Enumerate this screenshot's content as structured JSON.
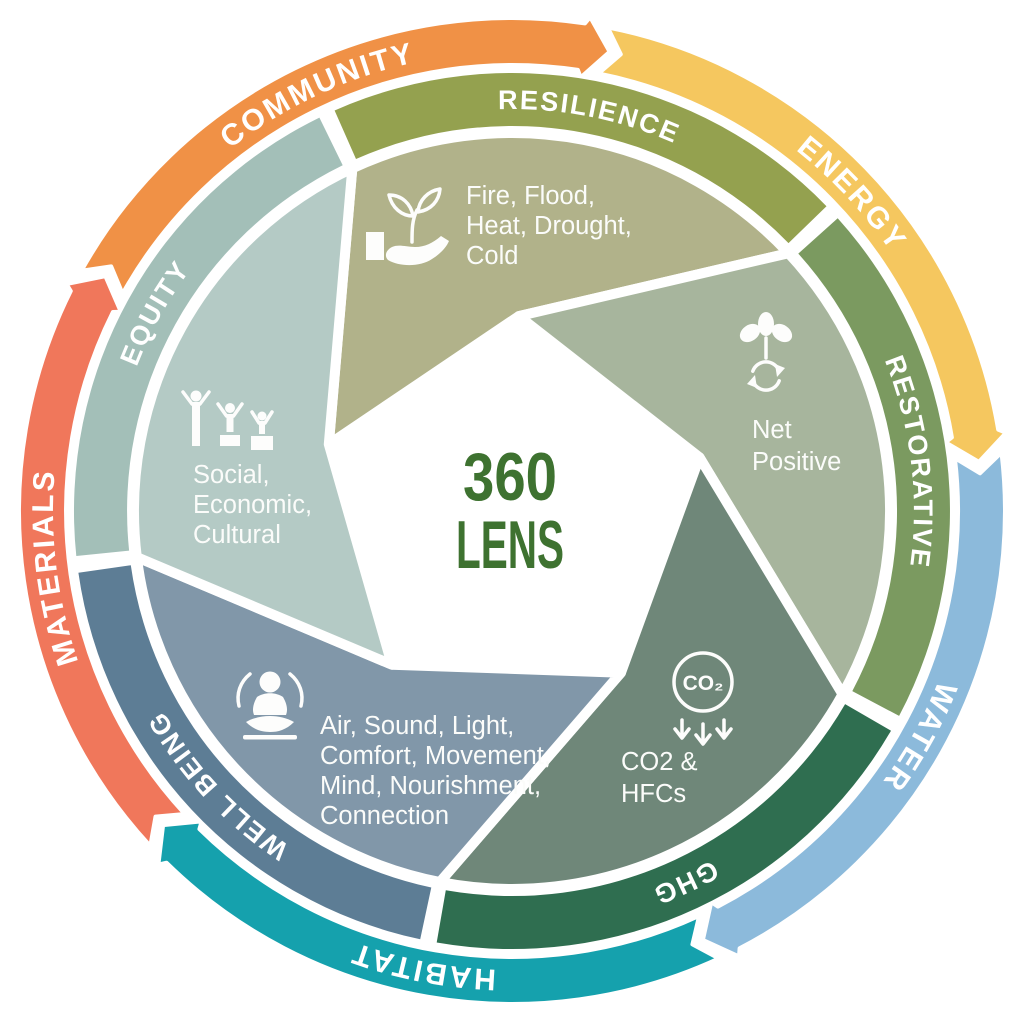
{
  "center": {
    "line1": "360",
    "line2": "LENS",
    "color": "#3E7230"
  },
  "outer_arrows": [
    {
      "label": "COMMUNITY",
      "color": "#F09146"
    },
    {
      "label": "ENERGY",
      "color": "#F5C75F"
    },
    {
      "label": "WATER",
      "color": "#8CBADB"
    },
    {
      "label": "HABITAT",
      "color": "#15A1AD"
    },
    {
      "label": "MATERIALS",
      "color": "#F0775B"
    }
  ],
  "ring_segments": [
    {
      "label": "RESILIENCE",
      "color": "#94A14F"
    },
    {
      "label": "RESTORATIVE",
      "color": "#7B9A60"
    },
    {
      "label": "GHG",
      "color": "#2F6E50"
    },
    {
      "label": "WELL BEING",
      "color": "#5D7D95"
    },
    {
      "label": "EQUITY",
      "color": "#A3BFB8"
    }
  ],
  "blades": [
    {
      "name": "resilience",
      "color": "#B1B28A",
      "icon": "hand-holding-seedling",
      "lines": [
        "Fire, Flood,",
        "Heat, Drought,",
        "Cold"
      ]
    },
    {
      "name": "restorative",
      "color": "#A7B59D",
      "icon": "sprout-renewal",
      "lines": [
        "Net",
        "Positive"
      ]
    },
    {
      "name": "ghg",
      "color": "#6F8779",
      "icon": "co2-reduction",
      "icon_text": "CO₂",
      "lines": [
        "CO2 &",
        "HFCs"
      ]
    },
    {
      "name": "wellbeing",
      "color": "#8197A9",
      "icon": "person-meditating",
      "lines": [
        "Air, Sound, Light,",
        "Comfort, Movement,",
        "Mind, Nourishment,",
        "Connection"
      ]
    },
    {
      "name": "equity",
      "color": "#B4CAC5",
      "icon": "people-on-podium",
      "lines": [
        "Social,",
        "Economic,",
        "Cultural"
      ]
    }
  ]
}
